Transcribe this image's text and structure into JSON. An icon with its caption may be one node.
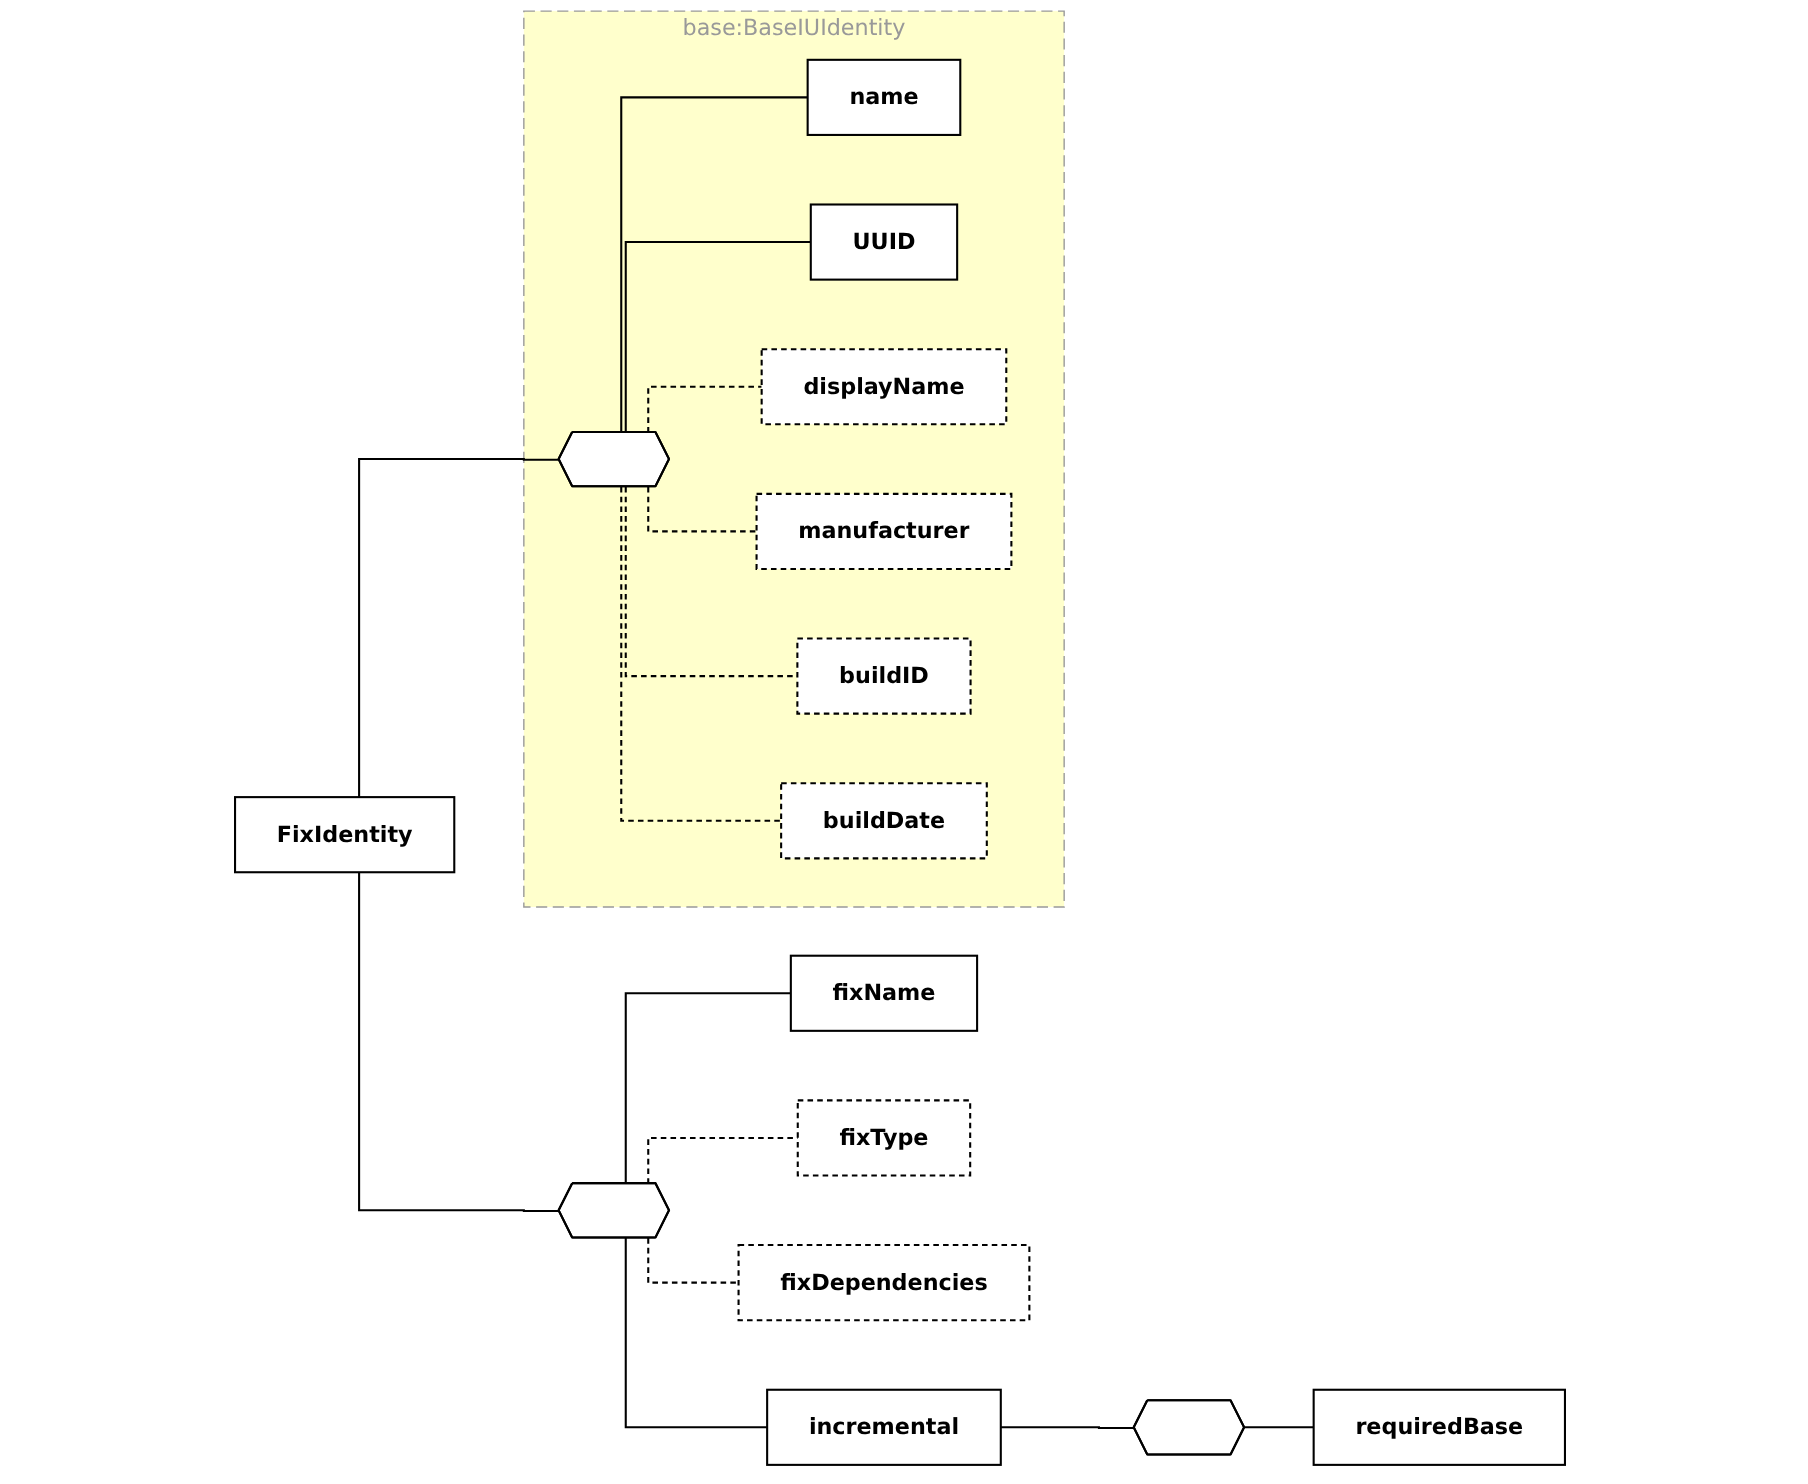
{
  "diagram": {
    "nodes": [
      {
        "text": [
          "FixIdentity"
        ]
      },
      {
        "text": [
          "base:BaseIUIdentity"
        ]
      },
      {
        "text": [],
        "shape": "octagon",
        "in": 1
      },
      {
        "text": [
          "name"
        ],
        "in": 1
      },
      {
        "text": [
          "UUID"
        ],
        "in": 1
      },
      {
        "text": [
          "displayName"
        ],
        "in": 1
      },
      {
        "text": [
          "manufacturer"
        ],
        "in": 1
      },
      {
        "text": [
          "buildID"
        ],
        "in": 1
      },
      {
        "text": [
          "buildDate"
        ],
        "in": 1
      },
      {
        "text": [],
        "shape": "octagon"
      },
      {
        "text": [
          "incremental"
        ]
      },
      {
        "text": [],
        "shape": "octagon"
      },
      {
        "text": [
          "requiredBase"
        ]
      },
      {
        "text": [
          "fixName"
        ]
      },
      {
        "text": [
          "fixType"
        ]
      },
      {
        "text": [
          "fixDependencies"
        ]
      }
    ],
    "edges": [
      {
        "from": 0,
        "to": 2,
        "arrow": "none"
      },
      {
        "from": 2,
        "to": 3,
        "arrow": "none"
      },
      {
        "from": 2,
        "to": 4,
        "arrow": "none"
      },
      {
        "from": 2,
        "to": 5,
        "arrow": "none",
        "style": "dashed"
      },
      {
        "from": 2,
        "to": 6,
        "arrow": "none",
        "style": "dashed"
      },
      {
        "from": 2,
        "to": 7,
        "arrow": "none",
        "style": "dashed"
      },
      {
        "from": 2,
        "to": 8,
        "arrow": "none",
        "style": "dashed"
      },
      {
        "from": 0,
        "to": 9,
        "arrow": "none"
      },
      {
        "from": 9,
        "to": 10,
        "arrow": "none"
      },
      {
        "from": 10,
        "to": 11,
        "arrow": "none"
      },
      {
        "from": 11,
        "to": 12,
        "arrow": "none"
      },
      {
        "from": 9,
        "to": 13,
        "arrow": "none"
      },
      {
        "from": 9,
        "to": 14,
        "arrow": "none",
        "style": "dashed"
      },
      {
        "from": 9,
        "to": 15,
        "arrow": "none",
        "style": "dashed"
      }
    ]
  }
}
